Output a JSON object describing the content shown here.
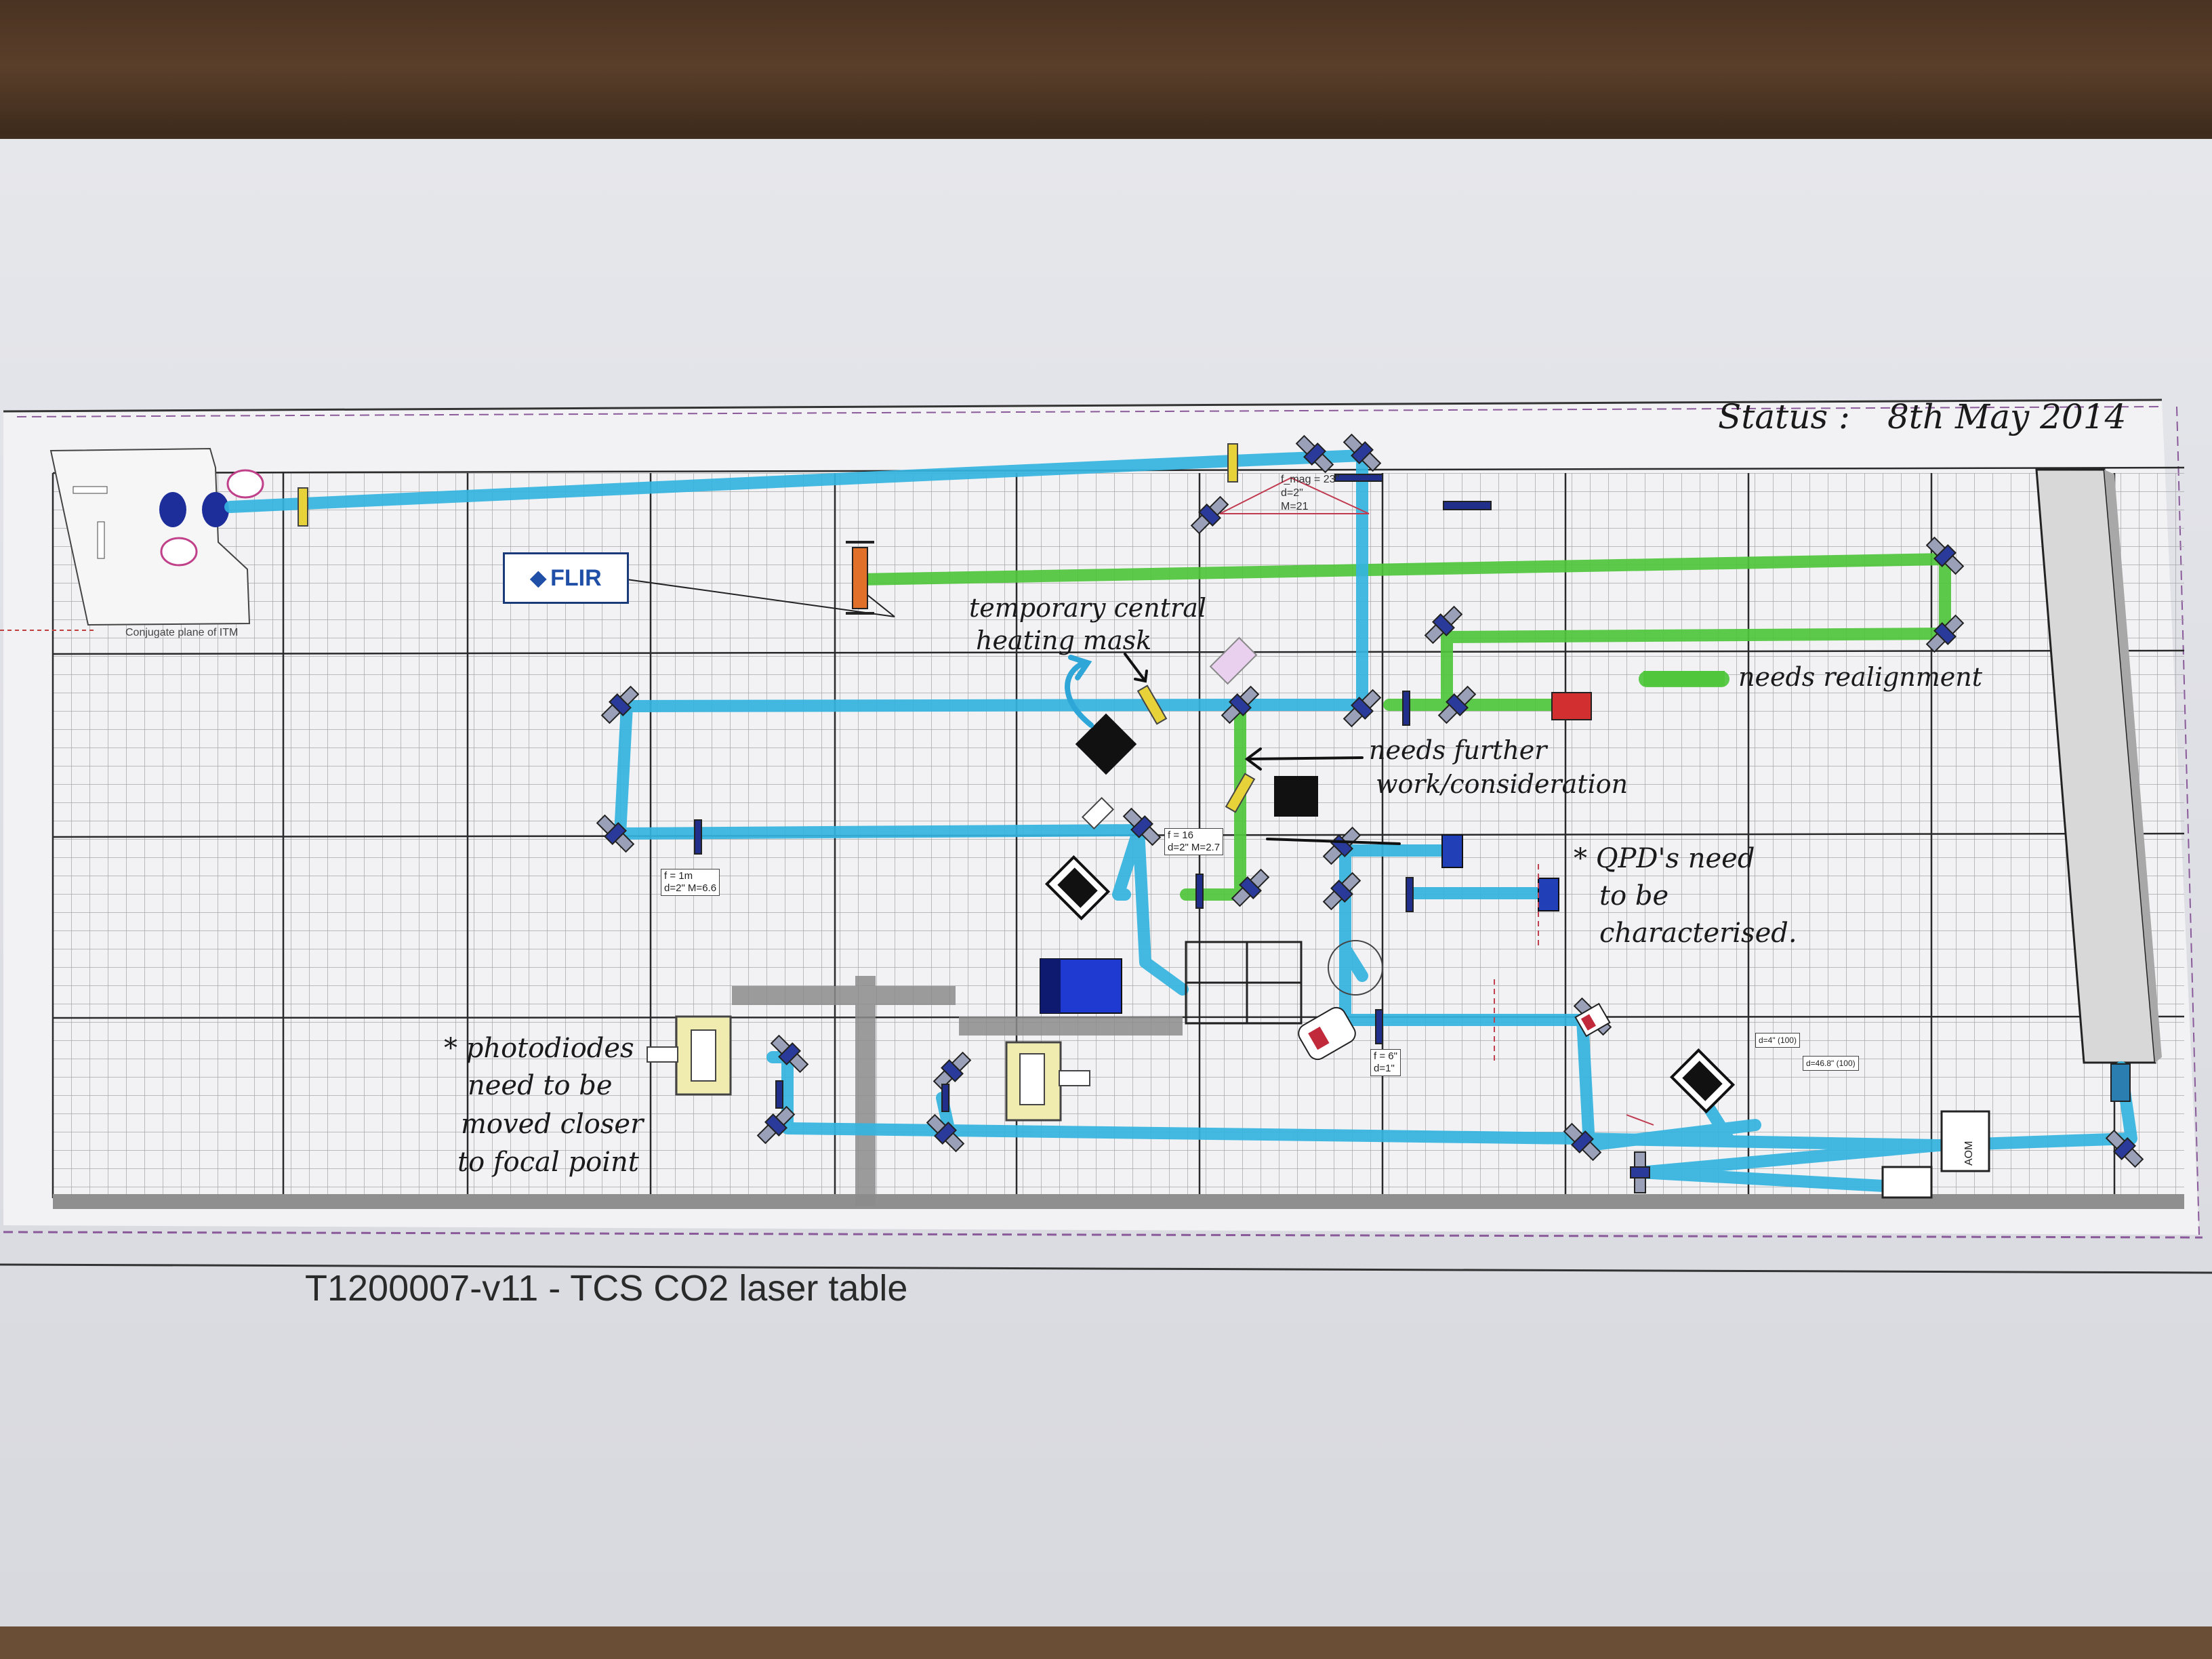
{
  "document": {
    "caption": "T1200007-v11 - TCS CO2 laser table",
    "status_label": "Status :",
    "status_date": "8th May 2014",
    "logo": "FLIR"
  },
  "annotations": {
    "temp_mask": "temporary central heating mask",
    "temp_mask_line1": "temporary central",
    "temp_mask_line2": "heating mask",
    "needs_realignment": "needs realignment",
    "needs_further_line1": "needs further",
    "needs_further_line2": "work/consideration",
    "qpd_line1": "* QPD's need",
    "qpd_line2": "to be",
    "qpd_line3": "characterised.",
    "pd_line1": "* photodiodes",
    "pd_line2": "need to be",
    "pd_line3": "moved closer",
    "pd_line4": "to focal point"
  },
  "small_labels": {
    "conjugate": "Conjugate plane of ITM",
    "lens1": "f = 1m",
    "lens1b": "d=2\" M=6.6",
    "lens2": "f = 16",
    "lens2b": "d=2\" M=2.7",
    "lens3": "f = 6\"",
    "lens3b": "d=1\"",
    "mag": "f_mag = 23\"",
    "mag_b": "d=2\"",
    "mag_c": "M=21",
    "aom": "AOM",
    "d4": "d=4\" (100)",
    "d46": "d=46.8\" (100)"
  },
  "colors": {
    "beam_blue": "#34b4e0",
    "beam_green": "#4fc63c",
    "grid": "#8a8a8a",
    "flir_blue": "#1f4fa6"
  }
}
